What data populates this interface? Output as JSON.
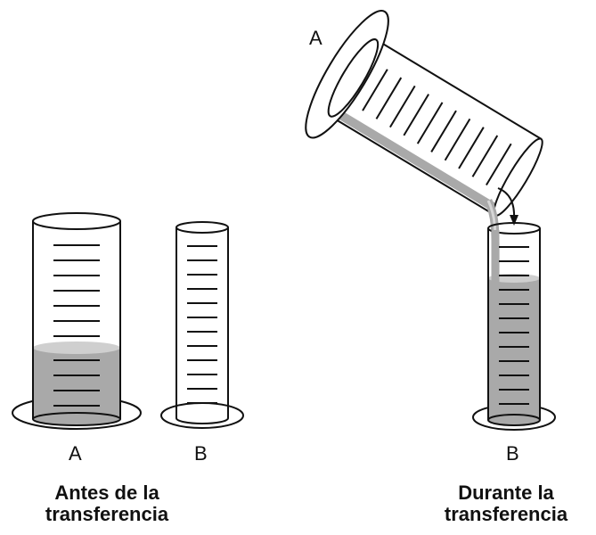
{
  "labels": {
    "before_a": "A",
    "before_b": "B",
    "during_a": "A",
    "during_b": "B"
  },
  "captions": {
    "before_line1": "Antes de la",
    "before_line2": "transferencia",
    "during_line1": "Durante la",
    "during_line2": "transferencia"
  },
  "colors": {
    "liquid": "#a9a9a9",
    "liquid_top": "#cfcfcf",
    "outline": "#111111"
  }
}
